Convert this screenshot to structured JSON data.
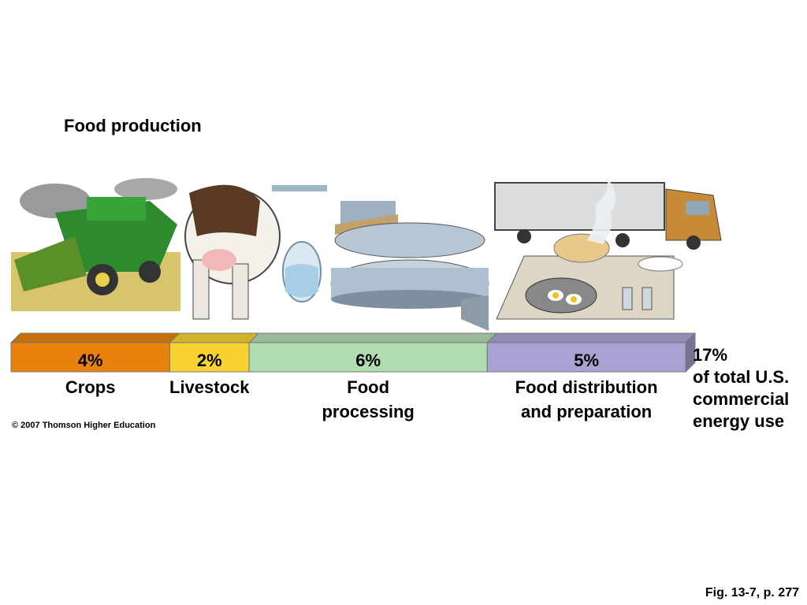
{
  "title": "Food production",
  "chart_data": {
    "type": "bar",
    "orientation": "horizontal-stacked",
    "categories": [
      "Crops",
      "Livestock",
      "Food processing",
      "Food distribution and preparation"
    ],
    "category_lines": [
      [
        "Crops"
      ],
      [
        "Livestock"
      ],
      [
        "Food",
        "processing"
      ],
      [
        "Food distribution",
        "and preparation"
      ]
    ],
    "values": [
      4,
      2,
      6,
      5
    ],
    "value_labels": [
      "4%",
      "2%",
      "6%",
      "5%"
    ],
    "unit": "% of total U.S. commercial energy use",
    "colors": [
      "#e8820c",
      "#f7d230",
      "#b0dcb0",
      "#a9a3d4"
    ],
    "total": {
      "value": 17,
      "label": "17%",
      "text": "of total U.S.\ncommercial\nenergy use"
    }
  },
  "illustrations": [
    "combine-harvester",
    "dairy-cow-milking",
    "canned-food-processing",
    "truck-and-stove-cooking"
  ],
  "copyright": "© 2007 Thomson Higher Education",
  "figure_ref": "Fig. 13-7, p. 277"
}
